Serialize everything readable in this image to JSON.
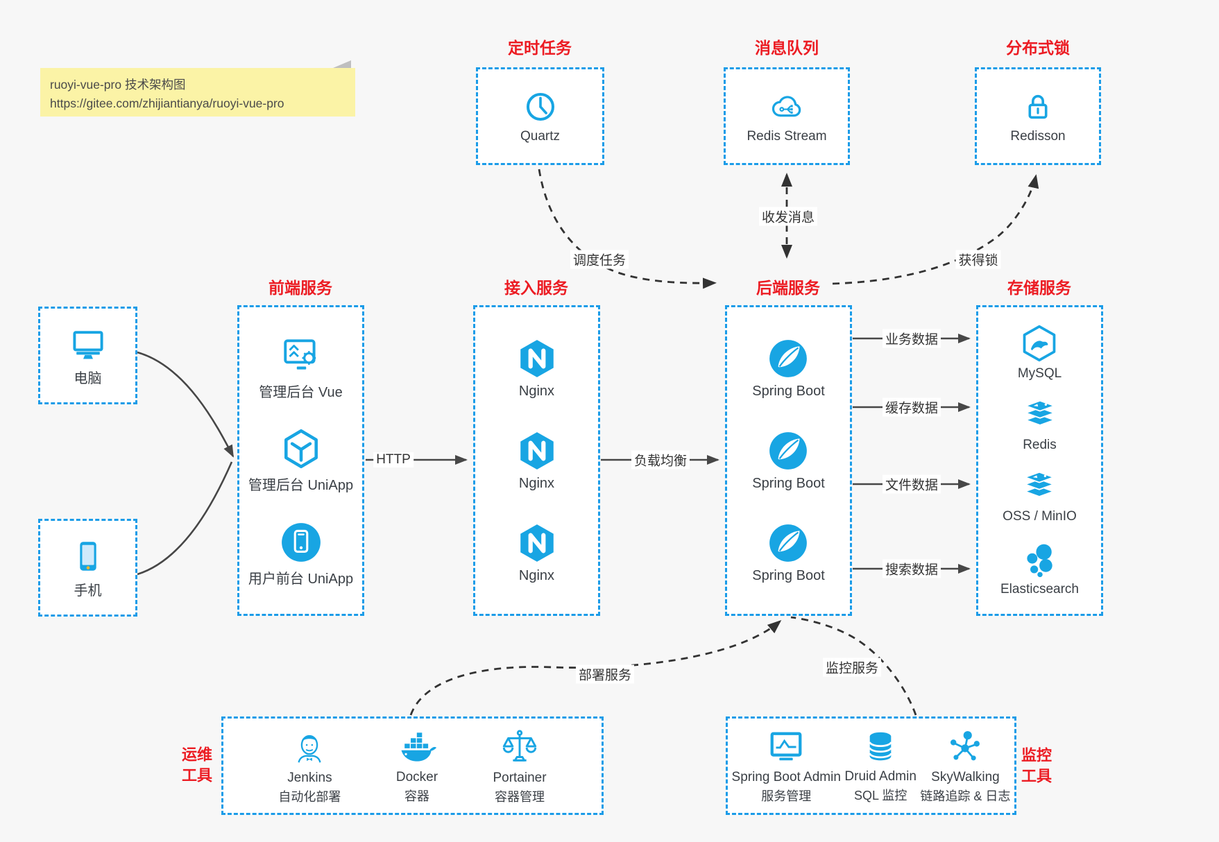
{
  "note": {
    "line1": "ruoyi-vue-pro 技术架构图",
    "line2": "https://gitee.com/zhijiantianya/ruoyi-vue-pro"
  },
  "groups": {
    "scheduled": {
      "title": "定时任务",
      "label": "Quartz"
    },
    "mq": {
      "title": "消息队列",
      "label": "Redis Stream"
    },
    "lock": {
      "title": "分布式锁",
      "label": "Redisson"
    },
    "clients": [
      {
        "label": "电脑"
      },
      {
        "label": "手机"
      }
    ],
    "frontend": {
      "title": "前端服务",
      "items": [
        "管理后台 Vue",
        "管理后台 UniApp",
        "用户前台 UniApp"
      ]
    },
    "gateway": {
      "title": "接入服务",
      "items": [
        "Nginx",
        "Nginx",
        "Nginx"
      ]
    },
    "backend": {
      "title": "后端服务",
      "items": [
        "Spring Boot",
        "Spring Boot",
        "Spring Boot"
      ]
    },
    "storage": {
      "title": "存储服务",
      "items": [
        "MySQL",
        "Redis",
        "OSS / MinIO",
        "Elasticsearch"
      ]
    },
    "ops": {
      "side_title": "运维\n工具",
      "items": [
        {
          "name": "Jenkins",
          "desc": "自动化部署"
        },
        {
          "name": "Docker",
          "desc": "容器"
        },
        {
          "name": "Portainer",
          "desc": "容器管理"
        }
      ]
    },
    "monitor": {
      "side_title": "监控\n工具",
      "items": [
        {
          "name": "Spring Boot Admin",
          "desc": "服务管理"
        },
        {
          "name": "Druid Admin",
          "desc": "SQL 监控"
        },
        {
          "name": "SkyWalking",
          "desc": "链路追踪 & 日志"
        }
      ]
    }
  },
  "edges": {
    "http": "HTTP",
    "load_balance": "负载均衡",
    "biz_data": "业务数据",
    "cache_data": "缓存数据",
    "file_data": "文件数据",
    "search_data": "搜索数据",
    "schedule": "调度任务",
    "message": "收发消息",
    "acquire_lock": "获得锁",
    "deploy": "部署服务",
    "monitor": "监控服务"
  },
  "colors": {
    "accent_blue": "#1b9ce8",
    "icon_blue": "#18a5e3",
    "title_red": "#ec1c23",
    "solid_line": "#474747",
    "dashed_line": "#333333",
    "note_bg": "#fbf3a6"
  }
}
